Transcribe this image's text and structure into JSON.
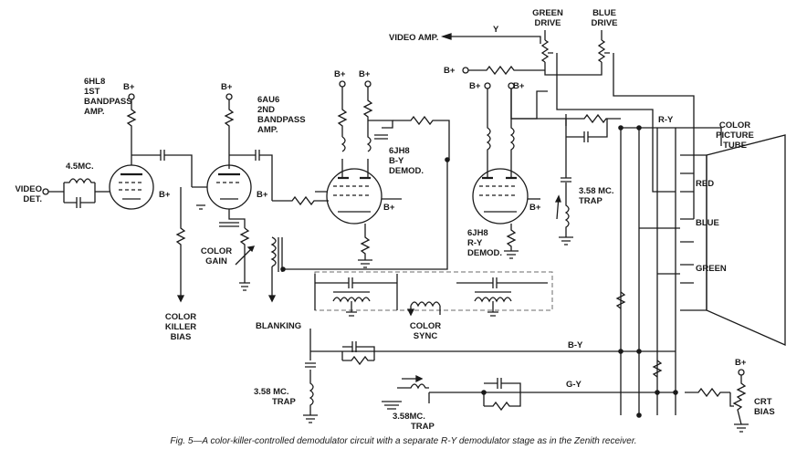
{
  "labels": {
    "green_drive": "GREEN DRIVE",
    "blue_drive": "BLUE DRIVE",
    "video_amp": "VIDEO AMP.",
    "y": "Y",
    "b_plus": "B+",
    "bp1_tube": "6HL8",
    "bp1_name": "1ST BANDPASS AMP.",
    "bp2_tube": "6AU6",
    "bp2_name": "2ND BANDPASS AMP.",
    "by_tube": "6JH8",
    "by_name": "B-Y DEMOD.",
    "ry_tube": "6JH8",
    "ry_name": "R-Y DEMOD.",
    "video_det": "VIDEO DET.",
    "trap_45": "4.5MC.",
    "color_gain": "COLOR GAIN",
    "color_killer_bias": "COLOR KILLER BIAS",
    "blanking": "BLANKING",
    "color_sync": "COLOR SYNC",
    "trap_358": "3.58 MC. TRAP",
    "trap_358b": "3.58MC. TRAP",
    "ry": "R-Y",
    "by": "B-Y",
    "gy": "G-Y",
    "cpt": "COLOR PICTURE TUBE",
    "red": "RED",
    "blue": "BLUE",
    "green": "GREEN",
    "crt_bias": "CRT BIAS"
  },
  "caption": "Fig. 5—A color-killer-controlled demodulator circuit with a separate R-Y demodulator stage as in the Zenith receiver."
}
